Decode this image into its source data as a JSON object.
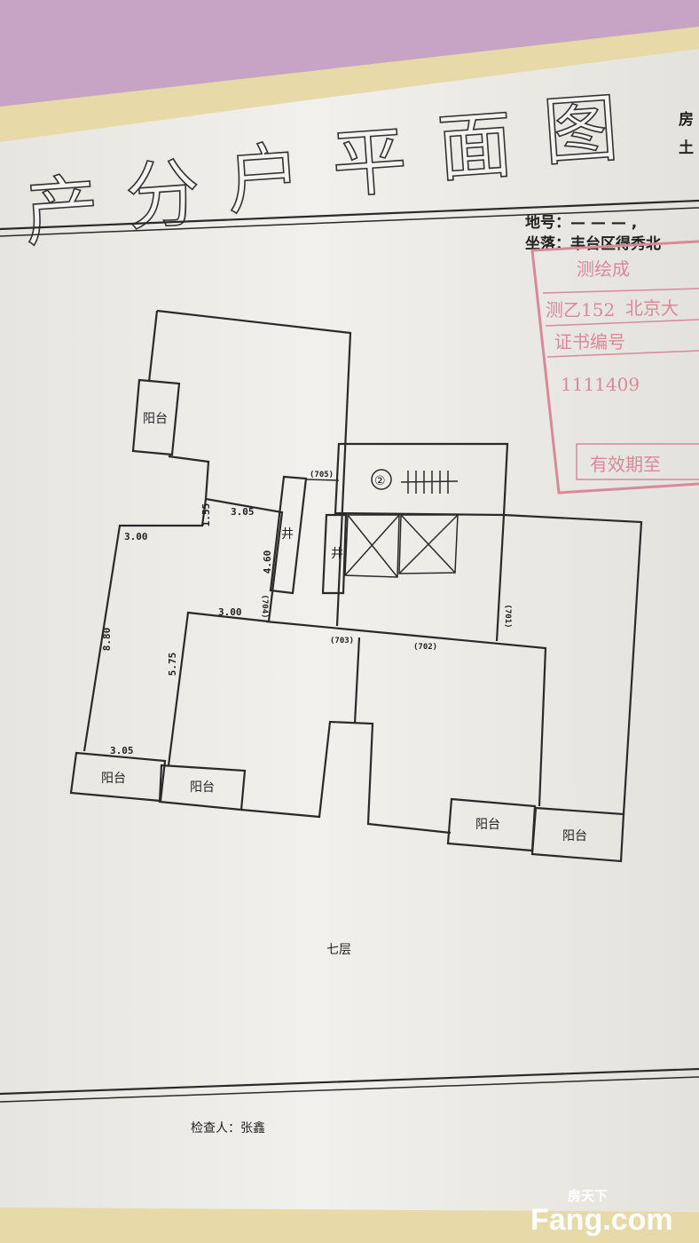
{
  "document": {
    "title_chars": [
      "产",
      "分",
      "户",
      "平",
      "面",
      "图"
    ],
    "side_labels": [
      "房",
      "土"
    ],
    "parcel_label": "地号：— — — ,",
    "location_label": "坐落：丰台区得秀北",
    "floor_label": "七层",
    "inspector": "检查人：张鑫"
  },
  "stamp": {
    "line1": "测绘成",
    "line2a": "测乙152",
    "line2b": "北京大",
    "line3": "证书编号",
    "number": "1111409",
    "valid": "有效期至",
    "color": "#d98a96"
  },
  "plan": {
    "balcony": "阳台",
    "shaft": "井",
    "stair_no": "②",
    "dims": [
      "1.55",
      "3.05",
      "3.00",
      "4.60",
      "3.00",
      "8.80",
      "5.75",
      "3.05"
    ],
    "units": [
      "(705)",
      "(704)",
      "(703)",
      "(702)",
      "(701)"
    ]
  },
  "watermark": {
    "cn": "房天下",
    "en": "Fang.com"
  }
}
